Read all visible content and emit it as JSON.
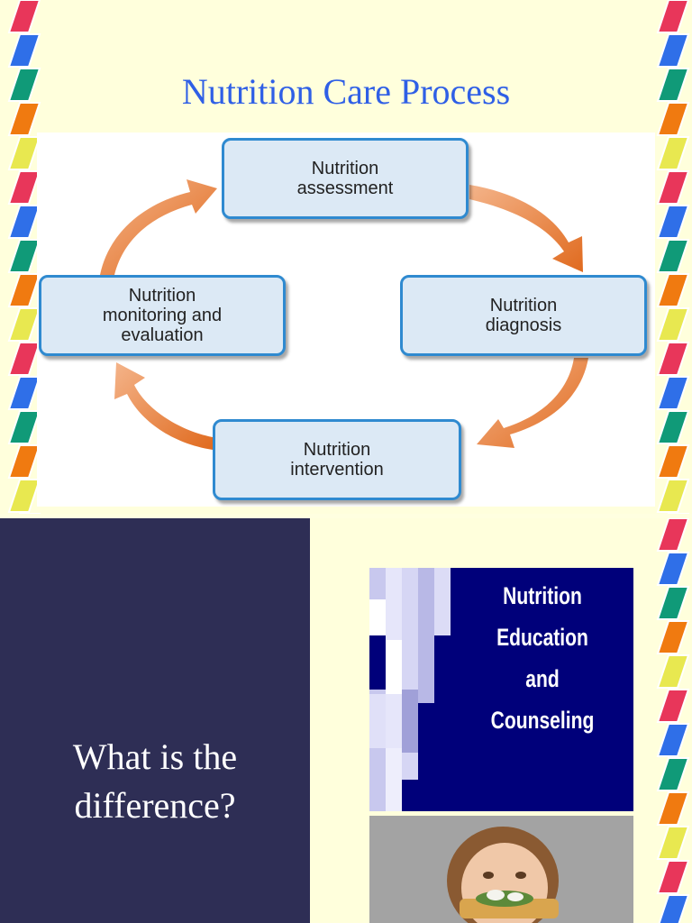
{
  "slide1": {
    "title": "Nutrition Care Process",
    "diagram": {
      "steps": [
        {
          "id": "assessment",
          "label": "Nutrition\nassessment"
        },
        {
          "id": "diagnosis",
          "label": "Nutrition\ndiagnosis"
        },
        {
          "id": "intervention",
          "label": "Nutrition\nintervention"
        },
        {
          "id": "monitoring",
          "label": "Nutrition\nmonitoring and\nevaluation"
        }
      ]
    }
  },
  "slide2": {
    "question": "What is the\ndifference?",
    "banner_title": "Nutrition Education\nand Counseling"
  },
  "colors": {
    "title": "#2f5fe6",
    "box_fill": "#dce9f5",
    "box_border": "#2f8ad0",
    "arrow": "#e8772e",
    "panel": "#2e2e55",
    "banner": "#00007a"
  }
}
